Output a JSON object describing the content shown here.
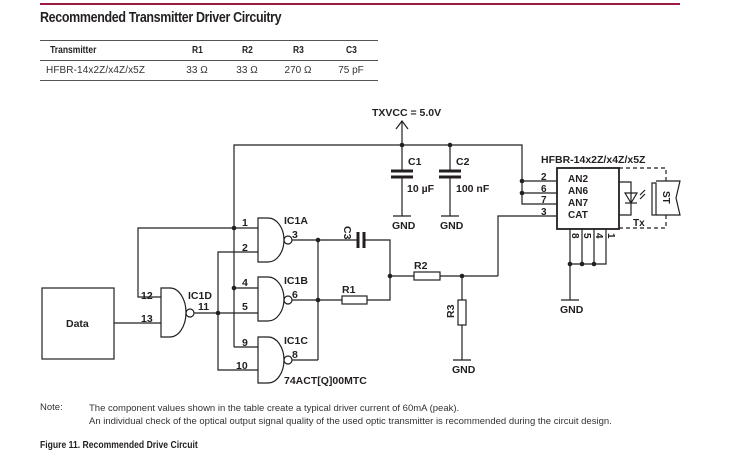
{
  "section_title": "Recommended Transmitter Driver Circuitry",
  "table": {
    "headers": [
      "Transmitter",
      "R1",
      "R2",
      "R3",
      "C3"
    ],
    "rows": [
      [
        "HFBR-14x2Z/x4Z/x5Z",
        "33 Ω",
        "33 Ω",
        "270 Ω",
        "75 pF"
      ]
    ]
  },
  "schematic": {
    "supply_label": "TXVCC = 5.0V",
    "data_block_label": "Data",
    "gates": [
      {
        "name": "IC1A",
        "inputs": [
          "1",
          "2"
        ],
        "output": "3"
      },
      {
        "name": "IC1B",
        "inputs": [
          "4",
          "5"
        ],
        "output": "6"
      },
      {
        "name": "IC1C",
        "inputs": [
          "9",
          "10"
        ],
        "output": "8"
      },
      {
        "name": "IC1D",
        "inputs": [
          "12",
          "13"
        ],
        "output": "11"
      }
    ],
    "ic_part": "74ACT[Q]00MTC",
    "capacitors": [
      {
        "name": "C1",
        "value": "10 µF"
      },
      {
        "name": "C2",
        "value": "100 nF"
      },
      {
        "name": "C3",
        "value": ""
      }
    ],
    "resistors": [
      {
        "name": "R1"
      },
      {
        "name": "R2"
      },
      {
        "name": "R3"
      }
    ],
    "ground_label": "GND",
    "transmitter": {
      "part": "HFBR-14x2Z/x4Z/x5Z",
      "left_pins": [
        {
          "num": "2",
          "name": "AN2"
        },
        {
          "num": "6",
          "name": "AN6"
        },
        {
          "num": "7",
          "name": "AN7"
        },
        {
          "num": "3",
          "name": "CAT"
        }
      ],
      "bottom_pins": [
        "8",
        "5",
        "4",
        "1"
      ],
      "tx_label": "Tx",
      "connector_label": "ST"
    }
  },
  "note": {
    "label": "Note:",
    "lines": [
      "The component values shown in the table create a typical driver current of 60mA (peak).",
      "An individual check of the optical output signal quality of the used optic transmitter is recommended during the circuit design."
    ]
  },
  "caption": "Figure 11. Recommended Drive Circuit"
}
